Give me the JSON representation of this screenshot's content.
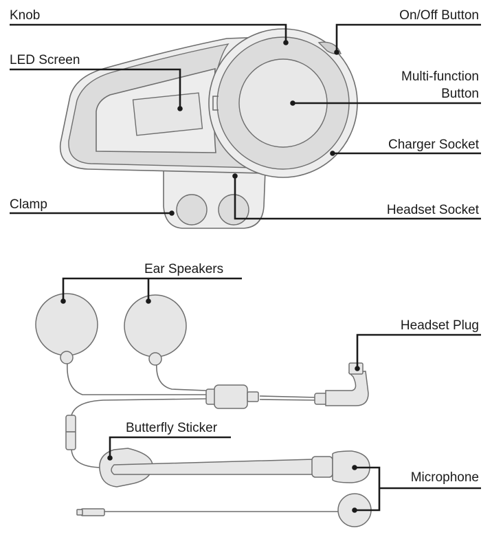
{
  "labels": {
    "knob": "Knob",
    "on_off_button": "On/Off Button",
    "led_screen": "LED Screen",
    "multi_function_line1": "Multi-function",
    "multi_function_line2": "Button",
    "charger_socket": "Charger Socket",
    "clamp": "Clamp",
    "headset_socket": "Headset Socket",
    "ear_speakers": "Ear Speakers",
    "headset_plug": "Headset Plug",
    "butterfly_sticker": "Butterfly Sticker",
    "microphone": "Microphone"
  },
  "colors": {
    "line": "#1a1a1a",
    "outline": "#6e6e6e",
    "fill_light": "#ededed",
    "fill_mid": "#dcdcdc"
  }
}
